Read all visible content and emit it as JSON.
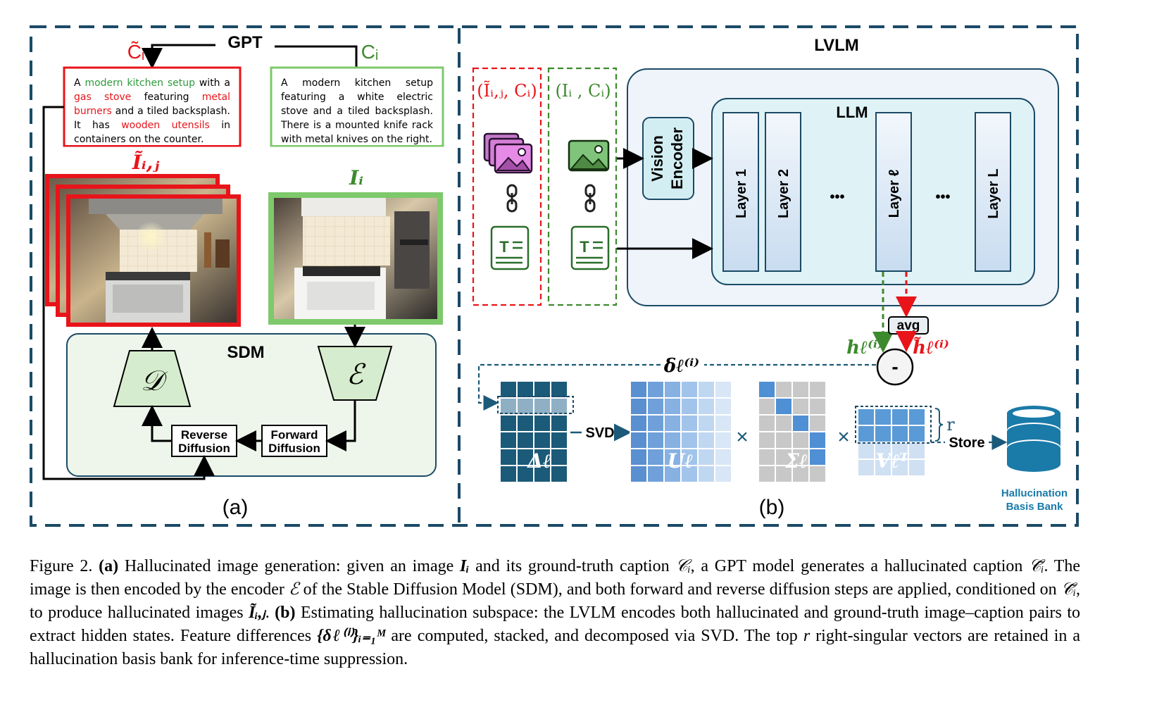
{
  "panel_a": {
    "gpt_label": "GPT",
    "c_tilde_label": "C̃ᵢ",
    "c_label": "Cᵢ",
    "hallucinated_caption": {
      "parts": [
        {
          "t": "A ",
          "c": "k"
        },
        {
          "t": "modern kitchen setup",
          "c": "g"
        },
        {
          "t": " with a ",
          "c": "k"
        },
        {
          "t": "gas stove",
          "c": "r"
        },
        {
          "t": " featuring ",
          "c": "k"
        },
        {
          "t": "metal burners",
          "c": "r"
        },
        {
          "t": " and a tiled backsplash. It has ",
          "c": "k"
        },
        {
          "t": "wooden utensils",
          "c": "r"
        },
        {
          "t": " in containers on the counter.",
          "c": "k"
        }
      ]
    },
    "gt_caption": "A modern kitchen setup featuring a white electric stove and a tiled backsplash. There is a mounted knife rack with metal knives on the right.",
    "i_tilde_label": "Ĩᵢ,ⱼ",
    "i_label": "Iᵢ",
    "sdm_label": "SDM",
    "decoder_symbol": "𝒟",
    "encoder_symbol": "ℰ",
    "reverse_diffusion": [
      "Reverse",
      "Diffusion"
    ],
    "forward_diffusion": [
      "Forward",
      "Diffusion"
    ],
    "panel_tag": "(a)"
  },
  "panel_b": {
    "lvlm_label": "LVLM",
    "pair_hallucinated": "(Ĩᵢ,ⱼ, Cᵢ)",
    "pair_gt": "(Iᵢ , Cᵢ)",
    "vision_encoder": [
      "Vision",
      "Encoder"
    ],
    "llm_label": "LLM",
    "layers": [
      "Layer 1",
      "Layer 2",
      "•••",
      "Layer ℓ",
      "•••",
      "Layer L"
    ],
    "avg_label": "avg",
    "minus_label": "-",
    "h_label": "hℓ⁽ⁱ⁾",
    "h_tilde_label": "h̃ℓ⁽ⁱ⁾",
    "delta_label": "δℓ⁽ⁱ⁾",
    "svd_label": "SVD",
    "delta_matrix": "Δℓ",
    "u_matrix": "Uℓ",
    "sigma_matrix": "Σℓ",
    "v_matrix": "Vℓᵀ",
    "times": "×",
    "r_label": "r",
    "store_label": "Store",
    "bank_label": [
      "Hallucination",
      "Basis Bank"
    ],
    "panel_tag": "(b)",
    "colors": {
      "dark_teal": "#1b5a78",
      "hallucinated_red": "#e8141a",
      "gt_green": "#2e9a3c",
      "bank_blue": "#1a7aa8"
    }
  },
  "caption": {
    "fig": "Figure 2.",
    "a_tag": "(a)",
    "a_text1": "Hallucinated image generation: given an image",
    "a_sym1": "Iᵢ",
    "a_text2": "and its ground-truth caption",
    "a_sym2": "𝒞ᵢ",
    "a_text3": ", a GPT model generates a hallucinated caption",
    "a_sym3": "𝒞̃ᵢ",
    "a_text4": ". The image is then encoded by the encoder",
    "a_sym4": "ℰ",
    "a_text5": "of the Stable Diffusion Model (SDM), and both forward and reverse diffusion steps are applied, conditioned on",
    "a_sym5": "𝒞̃ᵢ",
    "a_text6": ", to produce hallucinated images",
    "a_sym6": "Ĩᵢ,ⱼ",
    "a_text7": ".",
    "b_tag": "(b)",
    "b_text1": "Estimating hallucination subspace: the LVLM encodes both hallucinated and ground-truth image–caption pairs to extract hidden states. Feature differences",
    "b_sym1": "{δℓ⁽ⁱ⁾}ᵢ₌₁ᴹ",
    "b_text2": "are computed, stacked, and decomposed via SVD. The top",
    "b_sym2": "r",
    "b_text3": "right-singular vectors are retained in a hallucination basis bank for inference-time suppression."
  }
}
